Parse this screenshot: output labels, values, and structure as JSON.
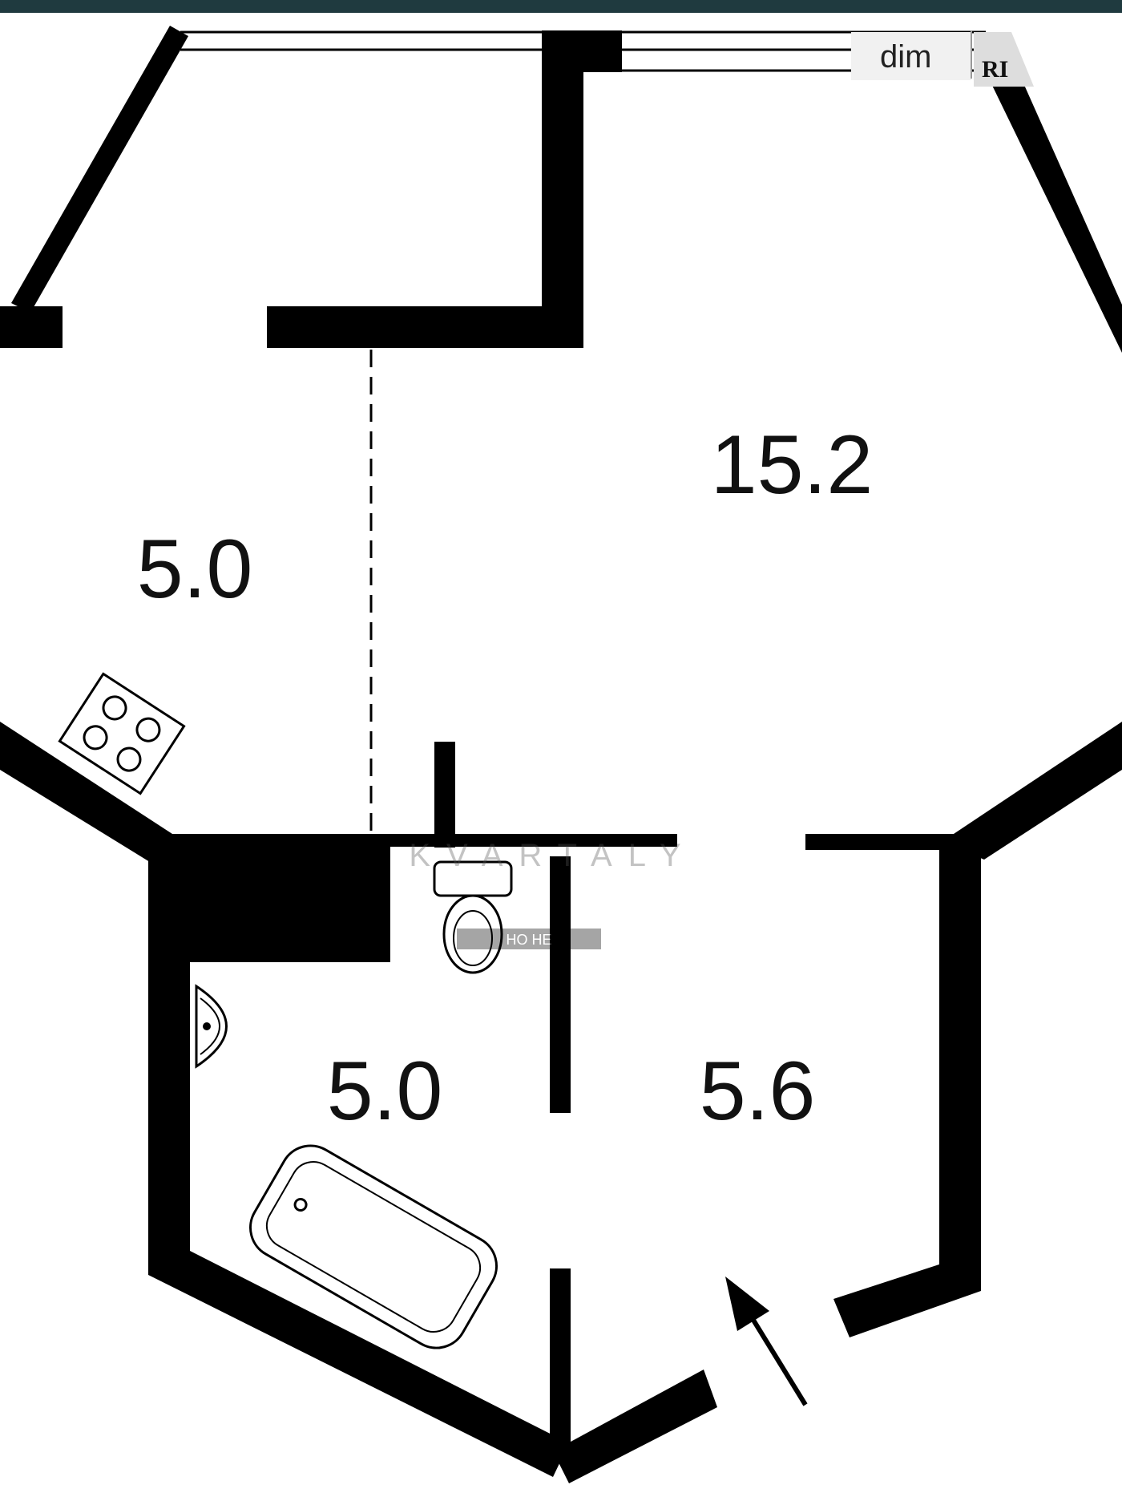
{
  "colors": {
    "wall": "#000000",
    "background": "#ffffff",
    "top_strip": "#1f3a3f"
  },
  "rooms": [
    {
      "id": "kitchen",
      "area": "5.0"
    },
    {
      "id": "living-room",
      "area": "15.2"
    },
    {
      "id": "bathroom",
      "area": "5.0"
    },
    {
      "id": "hallway",
      "area": "5.6"
    }
  ],
  "watermarks": {
    "corner_text": "dim",
    "corner_badge": "RI",
    "center_word": "KVARTALY",
    "center_subtext": "НО    НЕ"
  },
  "icons": [
    "stove-icon",
    "toilet-icon",
    "sink-icon",
    "bathtub-icon",
    "entrance-arrow-icon"
  ]
}
